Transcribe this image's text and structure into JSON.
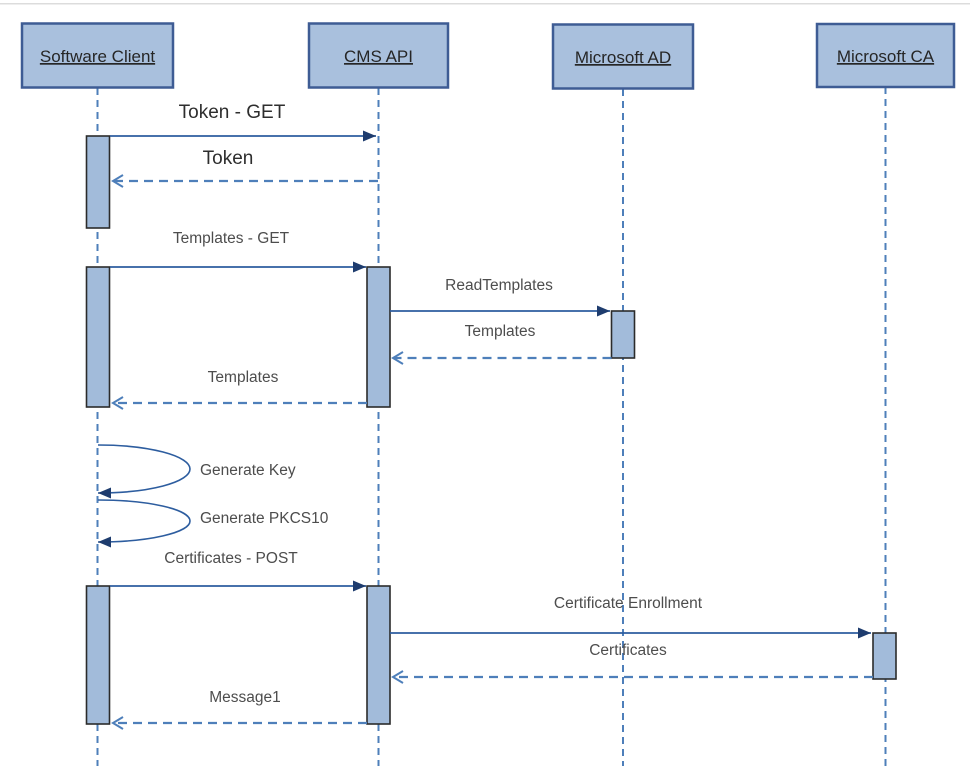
{
  "diagram": {
    "kind": "uml-sequence-diagram",
    "colors": {
      "actor_fill": "#a9c0dd",
      "actor_border": "#3e5c94",
      "activation_fill": "#a2bbda",
      "activation_border": "#2b2b2b",
      "call_line": "#2d5d9f",
      "arrowhead_fill": "#1e3c6e",
      "return_line": "#4e7fba",
      "label_text": "#4d4d4d",
      "background": "#ffffff"
    },
    "actors": [
      {
        "name": "Software Client"
      },
      {
        "name": "CMS API"
      },
      {
        "name": "Microsoft AD"
      },
      {
        "name": "Microsoft CA"
      }
    ],
    "messages": [
      {
        "label": "Token - GET",
        "from": "Software Client",
        "to": "CMS API",
        "style": "solid-call"
      },
      {
        "label": "Token",
        "from": "CMS API",
        "to": "Software Client",
        "style": "dashed-return"
      },
      {
        "label": "Templates - GET",
        "from": "Software Client",
        "to": "CMS API",
        "style": "solid-call"
      },
      {
        "label": "ReadTemplates",
        "from": "CMS API",
        "to": "Microsoft AD",
        "style": "solid-call"
      },
      {
        "label": "Templates",
        "from": "Microsoft AD",
        "to": "CMS API",
        "style": "dashed-return"
      },
      {
        "label": "Templates",
        "from": "CMS API",
        "to": "Software Client",
        "style": "dashed-return"
      },
      {
        "label": "Generate Key",
        "from": "Software Client",
        "to": "Software Client",
        "style": "self-call"
      },
      {
        "label": "Generate PKCS10",
        "from": "Software Client",
        "to": "Software Client",
        "style": "self-call"
      },
      {
        "label": "Certificates - POST",
        "from": "Software Client",
        "to": "CMS API",
        "style": "solid-call"
      },
      {
        "label": "Certificate Enrollment",
        "from": "CMS API",
        "to": "Microsoft CA",
        "style": "solid-call"
      },
      {
        "label": "Certificates",
        "from": "Microsoft CA",
        "to": "CMS API",
        "style": "dashed-return"
      },
      {
        "label": "Message1",
        "from": "CMS API",
        "to": "Software Client",
        "style": "dashed-return"
      }
    ]
  }
}
